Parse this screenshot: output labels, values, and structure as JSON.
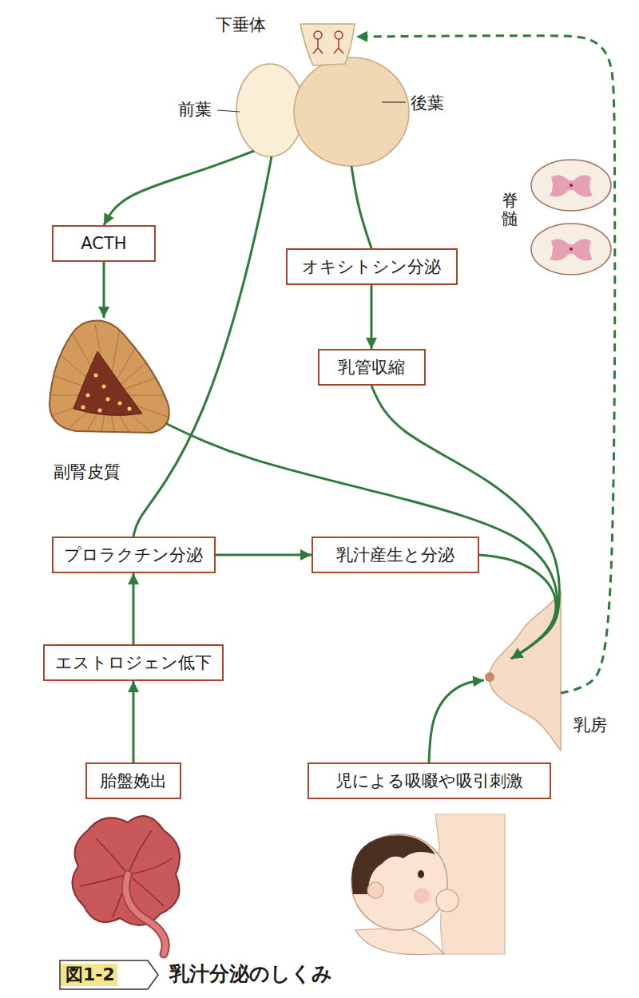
{
  "diagram": {
    "caption": "乳汁分泌のしくみ",
    "nodes": [
      {
        "text": [
          "下垂体"
        ]
      },
      {
        "text": [
          "ACTH"
        ]
      },
      {
        "text": [
          "オキシトシン分泌"
        ]
      },
      {
        "text": [
          "乳管収縮"
        ]
      },
      {
        "text": [
          "副腎皮質"
        ]
      },
      {
        "text": [
          "プロラクチン分泌"
        ]
      },
      {
        "text": [
          "乳汁産生と分泌"
        ]
      },
      {
        "text": [
          "乳房"
        ]
      },
      {
        "text": [
          "エストロジェン低下"
        ]
      },
      {
        "text": [
          "胎盤娩出"
        ]
      },
      {
        "text": [
          "児による吸啜や吸引刺激"
        ]
      }
    ],
    "edges": [
      {
        "from": 0,
        "to": 1,
        "arrow": "to"
      },
      {
        "from": 1,
        "to": 4,
        "arrow": "to"
      },
      {
        "from": 4,
        "to": 7,
        "arrow": "to"
      },
      {
        "from": 0,
        "to": 5,
        "arrow": "none"
      },
      {
        "from": 5,
        "to": 6,
        "arrow": "to"
      },
      {
        "from": 6,
        "to": 7,
        "arrow": "to"
      },
      {
        "from": 0,
        "to": 2,
        "arrow": "none"
      },
      {
        "from": 2,
        "to": 3,
        "arrow": "to"
      },
      {
        "from": 3,
        "to": 7,
        "arrow": "to"
      },
      {
        "from": 8,
        "to": 5,
        "arrow": "to"
      },
      {
        "from": 9,
        "to": 8,
        "arrow": "to"
      },
      {
        "from": 10,
        "to": 7,
        "arrow": "to"
      },
      {
        "from": 7,
        "to": 0,
        "arrow": "to"
      }
    ],
    "labels": [
      "前葉",
      "後葉",
      "脊髄",
      "図1-2"
    ]
  }
}
